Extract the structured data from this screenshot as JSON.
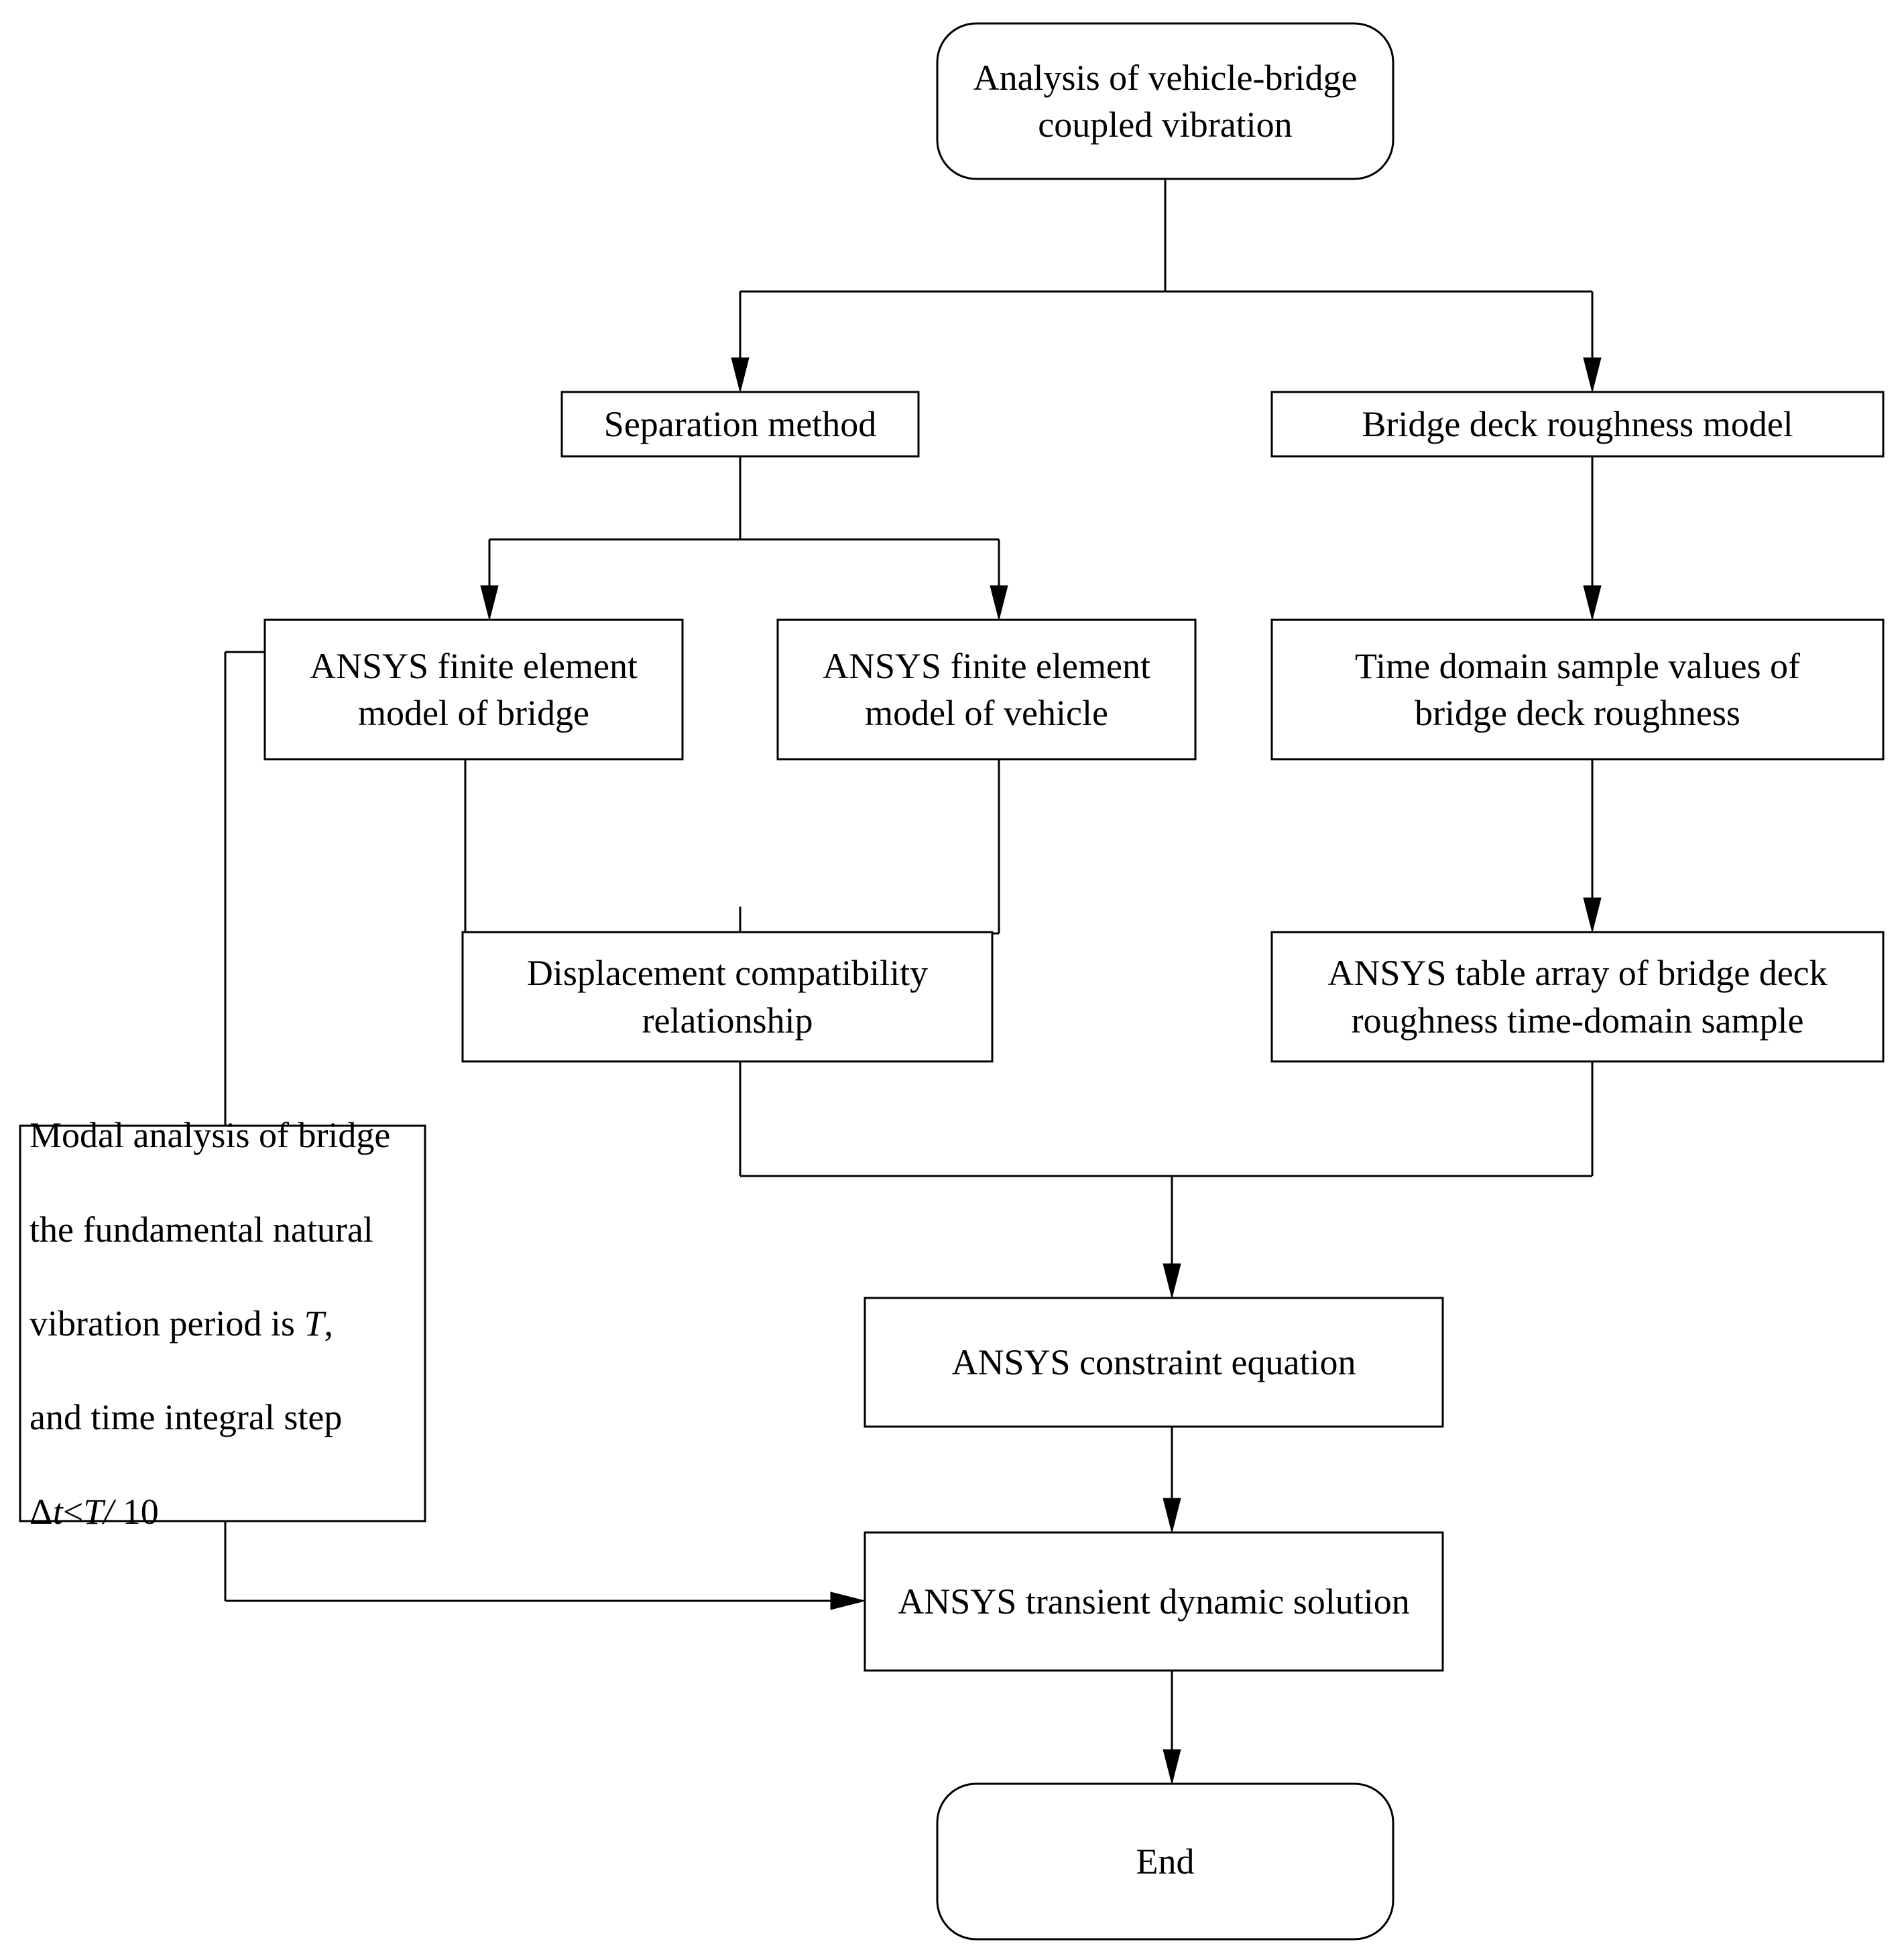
{
  "diagram": {
    "title": "Analysis of vehicle-bridge coupled vibration flowchart",
    "background_color": "#ffffff",
    "line_color": "#000000",
    "text_color": "#000000",
    "nodes": {
      "start": {
        "label": "Analysis of vehicle-bridge\ncoupled vibration",
        "shape": "rounded-rectangle"
      },
      "separation_method": {
        "label": "Separation method",
        "shape": "rectangle"
      },
      "roughness_model": {
        "label": "Bridge deck roughness model",
        "shape": "rectangle"
      },
      "fe_bridge": {
        "label": "ANSYS finite element\nmodel of bridge",
        "shape": "rectangle"
      },
      "fe_vehicle": {
        "label": "ANSYS finite element\nmodel of vehicle",
        "shape": "rectangle"
      },
      "time_domain_samples": {
        "label": "Time domain sample values of\nbridge deck roughness",
        "shape": "rectangle"
      },
      "displacement_compat": {
        "label": "Displacement compatibility\nrelationship",
        "shape": "rectangle"
      },
      "table_array": {
        "label": "ANSYS table array of bridge deck\nroughness time-domain sample",
        "shape": "rectangle"
      },
      "modal_analysis": {
        "label_line_1": "Modal analysis of bridge",
        "label_line_2": "the fundamental natural",
        "label_line_3_pre": "vibration period is ",
        "label_line_3_var": "T",
        "label_line_3_post": ",",
        "label_line_4": " and time integral step",
        "label_line_5_delta": "Δ",
        "label_line_5_t": "t",
        "label_line_5_lt": "<",
        "label_line_5_T": "T",
        "label_line_5_slash": "/",
        "label_line_5_value": " 10",
        "shape": "rectangle"
      },
      "constraint_equation": {
        "label": "ANSYS constraint equation",
        "shape": "rectangle"
      },
      "transient_solution": {
        "label": "ANSYS transient dynamic solution",
        "shape": "rectangle"
      },
      "end": {
        "label": "End",
        "shape": "rounded-rectangle"
      }
    },
    "edges": [
      {
        "name": "start-to-separation",
        "from": "start",
        "to": "separation_method",
        "arrow": "down"
      },
      {
        "name": "start-to-roughness",
        "from": "start",
        "to": "roughness_model",
        "arrow": "down"
      },
      {
        "name": "separation-to-fe-bridge",
        "from": "separation_method",
        "to": "fe_bridge",
        "arrow": "down"
      },
      {
        "name": "separation-to-fe-vehicle",
        "from": "separation_method",
        "to": "fe_vehicle",
        "arrow": "down"
      },
      {
        "name": "roughness-to-time-domain",
        "from": "roughness_model",
        "to": "time_domain_samples",
        "arrow": "down"
      },
      {
        "name": "fe-models-to-displacement",
        "from": "fe_bridge + fe_vehicle",
        "to": "displacement_compat",
        "arrow": "down"
      },
      {
        "name": "time-domain-to-table-array",
        "from": "time_domain_samples",
        "to": "table_array",
        "arrow": "down"
      },
      {
        "name": "displacement-and-table-to-constraint",
        "from": "displacement_compat + table_array",
        "to": "constraint_equation",
        "arrow": "down"
      },
      {
        "name": "constraint-to-transient",
        "from": "constraint_equation",
        "to": "transient_solution",
        "arrow": "down"
      },
      {
        "name": "fe-bridge-to-modal-to-transient",
        "from": "fe_bridge",
        "to": "transient_solution",
        "arrow": "right"
      },
      {
        "name": "transient-to-end",
        "from": "transient_solution",
        "to": "end",
        "arrow": "down"
      }
    ]
  }
}
